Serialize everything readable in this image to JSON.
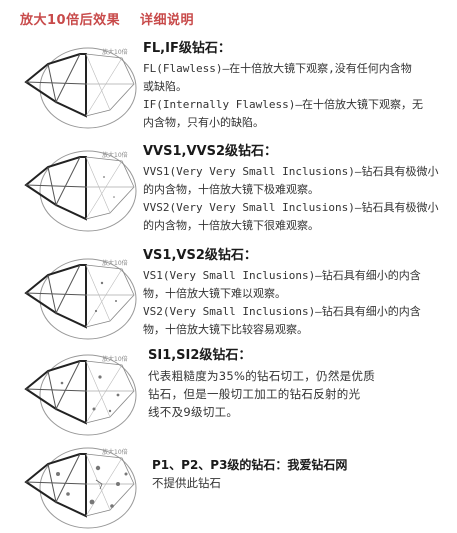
{
  "header": {
    "left": "放大10倍后效果",
    "right": "详细说明"
  },
  "thumbnail_label": "放大10倍",
  "grades": [
    {
      "title": "FL,IF级钻石：",
      "lines": [
        "FL(Flawless)—在十倍放大镜下观察,没有任何内含物",
        "或缺陷。",
        "IF(Internally Flawless)—在十倍放大镜下观察，无",
        "内含物，只有小的缺陷。"
      ]
    },
    {
      "title": "VVS1,VVS2级钻石：",
      "lines": [
        "VVS1(Very Very Small Inclusions)—钻石具有极微小",
        "的内含物，十倍放大镜下极难观察。",
        "VVS2(Very Very Small Inclusions)—钻石具有极微小",
        "的内含物，十倍放大镜下很难观察。"
      ]
    },
    {
      "title": "VS1,VS2级钻石：",
      "lines": [
        "VS1(Very Small Inclusions)—钻石具有细小的内含",
        "物，十倍放大镜下难以观察。",
        "VS2(Very Small Inclusions)—钻石具有细小的内含",
        "物，十倍放大镜下比较容易观察。"
      ]
    },
    {
      "title": "SI1,SI2级钻石：",
      "lines": [
        "代表粗糙度为35%的钻石切工，仍然是优质",
        "钻石，但是一般切工加工的钻石反射的光",
        "线不及9级切工。"
      ]
    },
    {
      "title": "P1、P2、P3级的钻石：我爱钻石网",
      "lines": [
        "不提供此钻石"
      ]
    }
  ]
}
